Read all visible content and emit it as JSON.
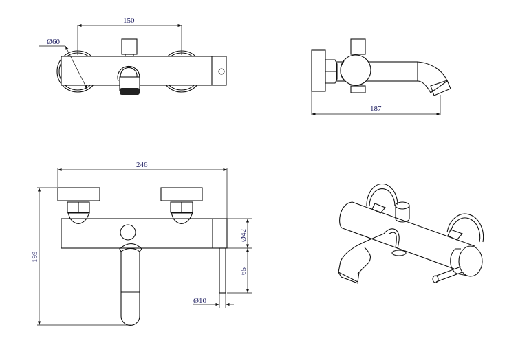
{
  "dimensions": {
    "top_spacing": "150",
    "flange_diameter": "Ø60",
    "side_depth": "187",
    "front_width": "246",
    "front_height": "199",
    "body_diameter": "Ø42",
    "handle_length": "65",
    "handle_diameter": "Ø10"
  },
  "colors": {
    "line": "#111111",
    "dimension_text": "#1a1a5e"
  }
}
